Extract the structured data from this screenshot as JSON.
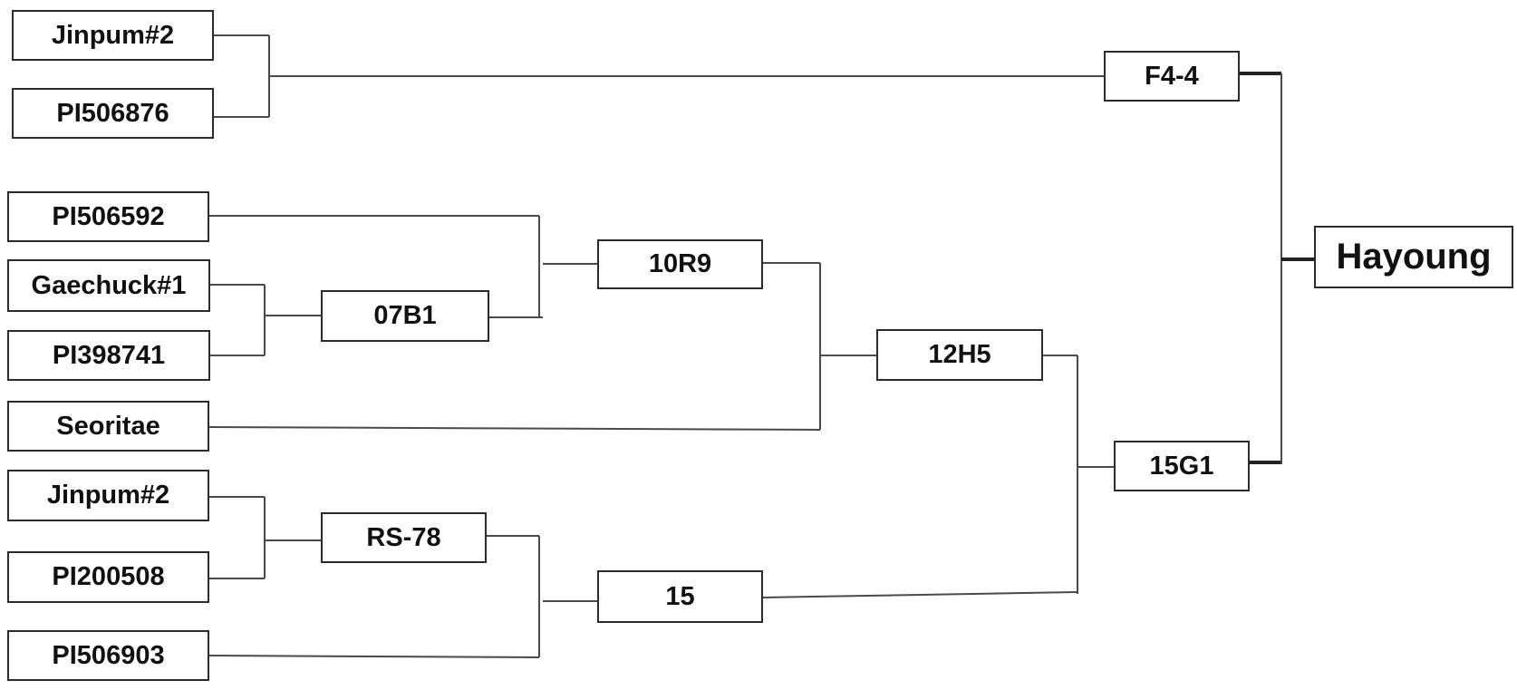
{
  "pedigree": {
    "root": "Hayoung",
    "nodes": {
      "jinpum2_a": "Jinpum#2",
      "pi506876": "PI506876",
      "pi506592": "PI506592",
      "gaechuck1": "Gaechuck#1",
      "pi398741": "PI398741",
      "seoritae": "Seoritae",
      "jinpum2_b": "Jinpum#2",
      "pi200508": "PI200508",
      "pi506903": "PI506903",
      "b07b1": "07B1",
      "rs78": "RS-78",
      "r10r9": "10R9",
      "n15": "15",
      "h12h5": "12H5",
      "f44": "F4-4",
      "g15g1": "15G1",
      "hayoung": "Hayoung"
    },
    "crosses": [
      {
        "parents": [
          "Jinpum#2",
          "PI506876"
        ],
        "child": "F4-4"
      },
      {
        "parents": [
          "Gaechuck#1",
          "PI398741"
        ],
        "child": "07B1"
      },
      {
        "parents": [
          "PI506592",
          "07B1"
        ],
        "child": "10R9"
      },
      {
        "parents": [
          "10R9",
          "Seoritae"
        ],
        "child": "12H5"
      },
      {
        "parents": [
          "Jinpum#2",
          "PI200508"
        ],
        "child": "RS-78"
      },
      {
        "parents": [
          "RS-78",
          "PI506903"
        ],
        "child": "15"
      },
      {
        "parents": [
          "12H5",
          "15"
        ],
        "child": "15G1"
      },
      {
        "parents": [
          "F4-4",
          "15G1"
        ],
        "child": "Hayoung"
      }
    ]
  }
}
